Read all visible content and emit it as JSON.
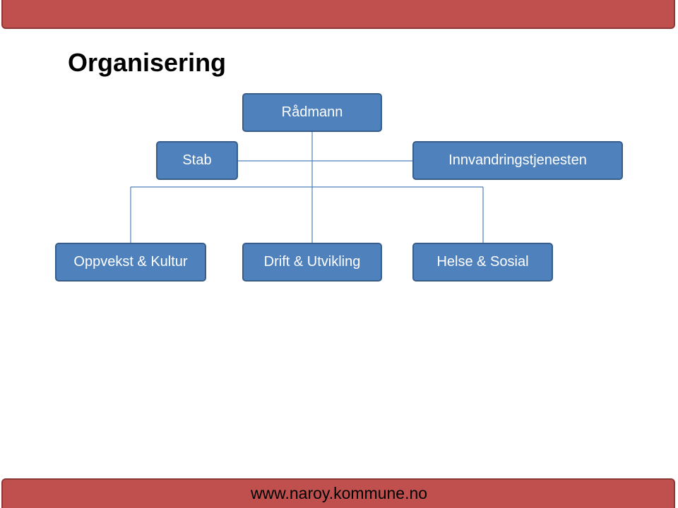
{
  "title": "Organisering",
  "footer": "www.naroy.kommune.no",
  "colors": {
    "accent_bar": "#c0504d",
    "node_fill": "#4f81bd",
    "node_border": "#385d8a",
    "connector": "#4f81bd"
  },
  "org": {
    "root": "Rådmann",
    "staff_left": "Stab",
    "staff_right": "Innvandringstjenesten",
    "units": [
      "Oppvekst & Kultur",
      "Drift & Utvikling",
      "Helse & Sosial"
    ]
  }
}
